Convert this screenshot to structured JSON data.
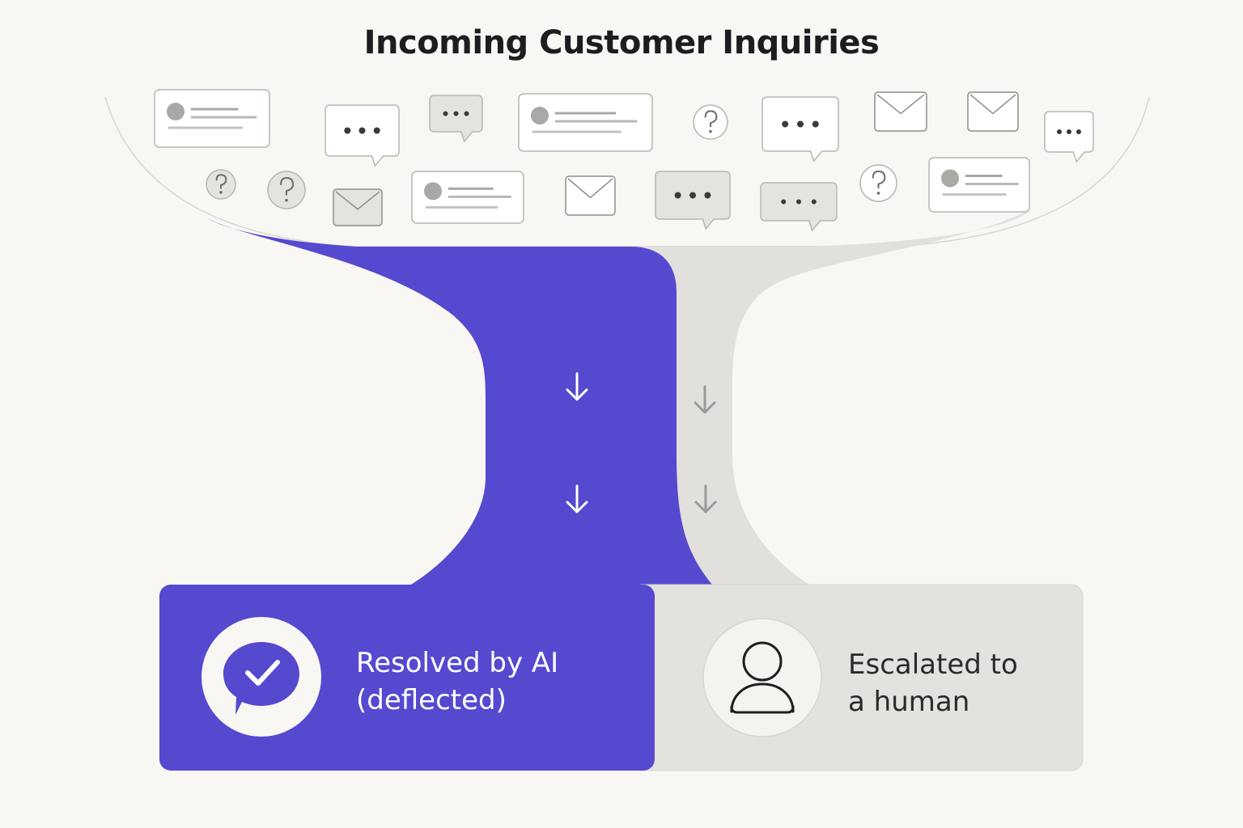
{
  "title": "Incoming Customer Inquiries",
  "colors": {
    "background": "#f8f7f3",
    "ai_flow": "#5549cf",
    "human_flow": "#e2e0dc",
    "icon_stroke": "#9b9b9b"
  },
  "inquiry_icons": [
    "message-card-icon",
    "chat-bubble-icon",
    "chat-bubble-icon",
    "message-card-icon",
    "question-icon",
    "chat-bubble-icon",
    "envelope-icon",
    "envelope-icon",
    "chat-bubble-icon",
    "question-icon",
    "question-icon",
    "envelope-icon",
    "message-card-icon",
    "envelope-icon",
    "chat-bubble-icon",
    "chat-bubble-icon",
    "question-icon",
    "message-card-icon"
  ],
  "outcomes": {
    "ai": {
      "line1": "Resolved by AI",
      "line2": "(deflected)",
      "icon": "chat-check-icon"
    },
    "human": {
      "line1": "Escalated to",
      "line2": "a human",
      "icon": "person-icon"
    }
  }
}
